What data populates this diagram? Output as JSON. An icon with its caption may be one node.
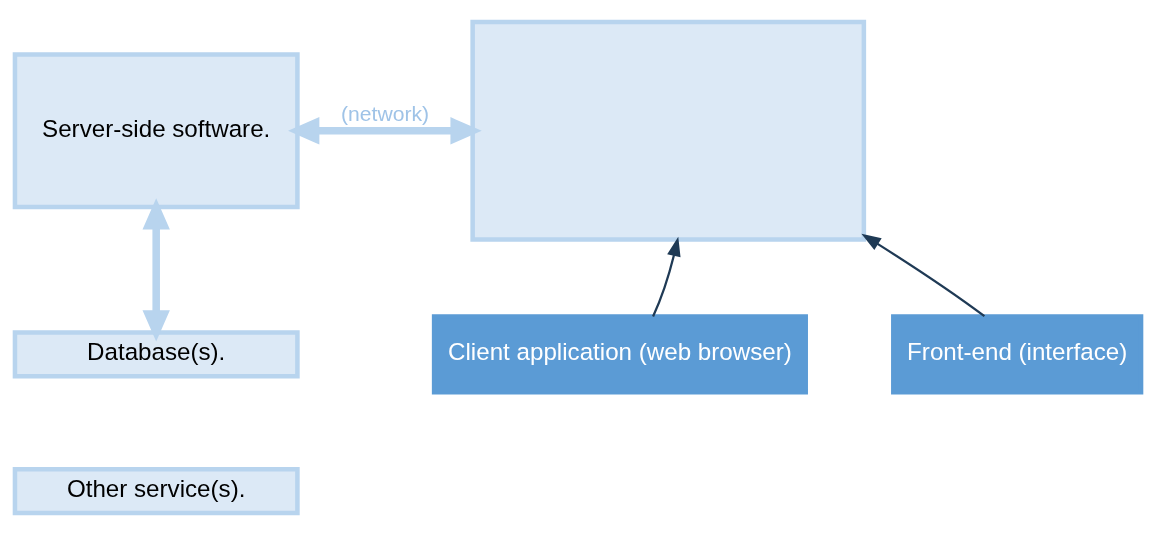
{
  "diagram": {
    "nodes": [
      {
        "text": [
          "Server-side software."
        ]
      },
      {
        "text": [
          "Database(s)."
        ]
      },
      {
        "text": [
          "Other service(s)."
        ]
      },
      {
        "text": [],
        "shape": "box"
      },
      {
        "text": [
          "Client application (web browser)"
        ]
      },
      {
        "text": [
          "Front-end (interface)"
        ]
      }
    ],
    "edges": [
      {
        "from": 0,
        "to": 3,
        "arrow": "both",
        "label": "(network)",
        "style": "thick",
        "color": "#b8d4ee"
      },
      {
        "from": 0,
        "to": 1,
        "arrow": "both",
        "style": "thick",
        "color": "#b8d4ee"
      },
      {
        "from": 4,
        "to": 3,
        "arrow": "to",
        "color": "#1f3a55"
      },
      {
        "from": 5,
        "to": 3,
        "arrow": "to",
        "color": "#1f3a55"
      }
    ]
  }
}
